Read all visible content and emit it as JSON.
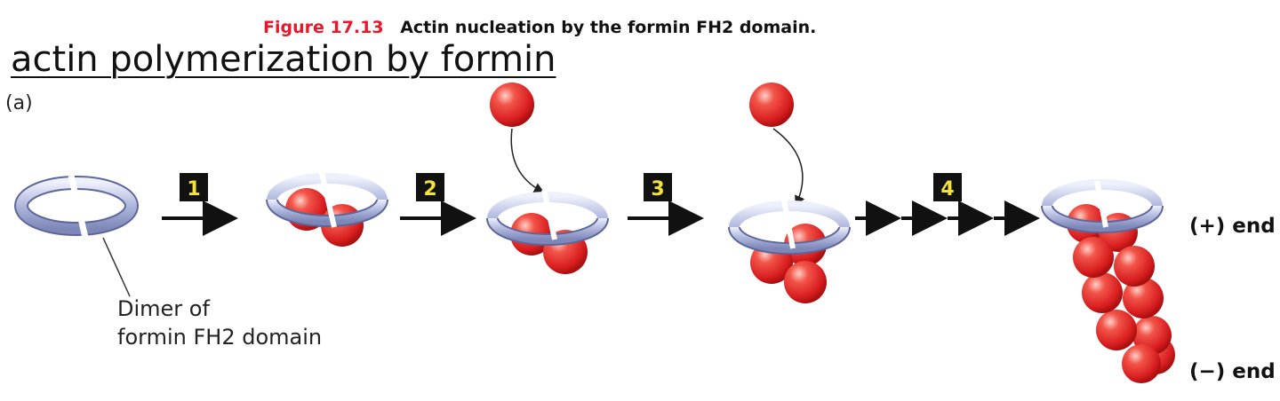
{
  "caption": {
    "figure_number": "Figure 17.13",
    "text": "Actin nucleation by the formin FH2 domain."
  },
  "title": "actin polymerization by formin",
  "panel_label": "(a)",
  "dimer_label": {
    "line1": "Dimer of",
    "line2": "formin FH2 domain"
  },
  "steps": [
    "1",
    "2",
    "3",
    "4"
  ],
  "ends": {
    "plus": "(+) end",
    "minus": "(−) end"
  },
  "colors": {
    "caption_accent": "#e8182c",
    "actin": "#e32a2a",
    "formin_ring": "#a7b0d6",
    "step_box": "#111111",
    "step_digit": "#f2e23a"
  }
}
